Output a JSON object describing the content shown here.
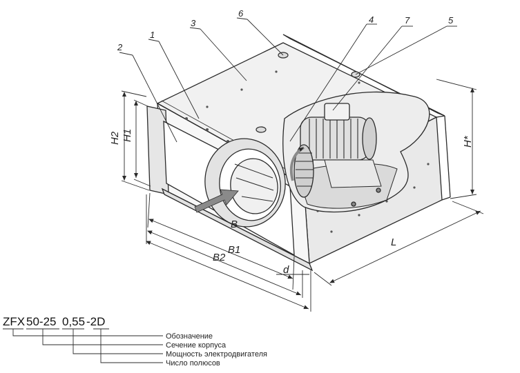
{
  "callouts": [
    {
      "id": "1",
      "text": "1"
    },
    {
      "id": "2",
      "text": "2"
    },
    {
      "id": "3",
      "text": "3"
    },
    {
      "id": "4",
      "text": "4"
    },
    {
      "id": "5",
      "text": "5"
    },
    {
      "id": "6",
      "text": "6"
    },
    {
      "id": "7",
      "text": "7"
    }
  ],
  "dimensions": {
    "h2": "H2",
    "h1": "H1",
    "h_star": "H*",
    "b": "B",
    "b1": "B1",
    "b2": "B2",
    "d": "d",
    "l": "L"
  },
  "designation": {
    "prefix": "ZFX",
    "section": "50-25",
    "power": "0,55",
    "poles": "-2D",
    "legend": [
      "Обозначение",
      "Сечение корпуса",
      "Мощность электродвигателя",
      "Число полюсов"
    ]
  },
  "colors": {
    "line": "#2a2a2a",
    "panel": "#f2f2f2",
    "shade": "#d9d9d9",
    "arrow": "#8a8a8a"
  }
}
